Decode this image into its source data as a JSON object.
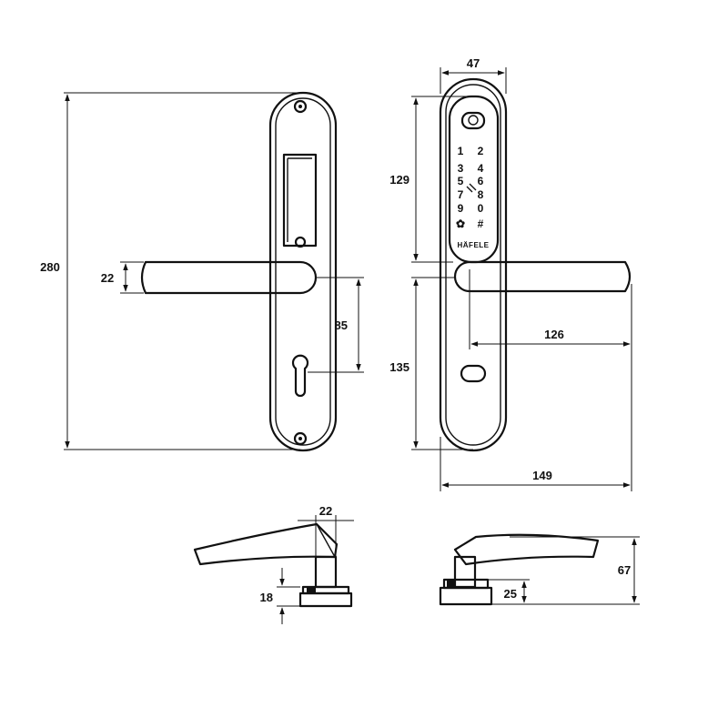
{
  "dimensions": {
    "front_height": "280",
    "front_handle_thickness": "22",
    "front_handle_to_cylinder": "85",
    "back_width": "47",
    "back_keypad_height": "129",
    "back_lower_height": "135",
    "back_handle_projection": "126",
    "back_total_width": "149",
    "side_rose_width": "22",
    "side_rose_height": "18",
    "side_base_height": "25",
    "side_total_height": "67"
  },
  "keypad": {
    "keys": [
      "1",
      "2",
      "3",
      "4",
      "5",
      "6",
      "7",
      "8",
      "9",
      "0",
      "✿",
      "#"
    ]
  },
  "brand": "HÄFELE"
}
